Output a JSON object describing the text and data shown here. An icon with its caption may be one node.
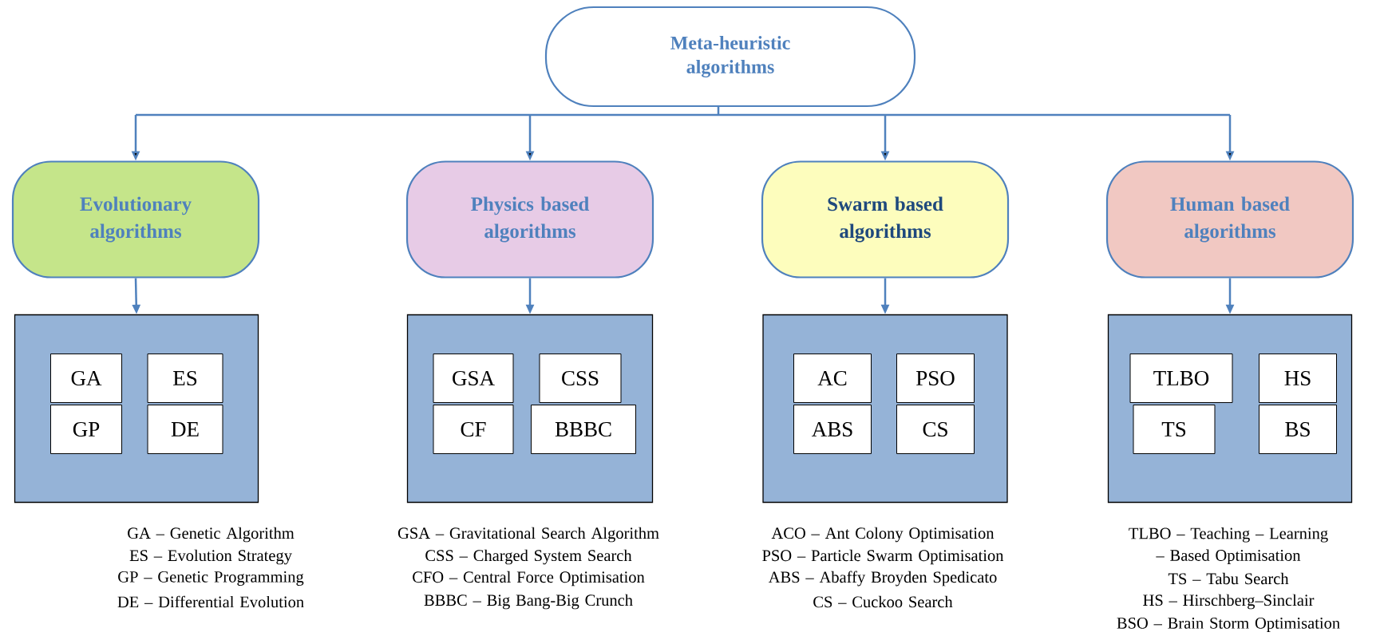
{
  "diagram": {
    "nodes": [
      {
        "text": [
          "Meta-heuristic algorithms"
        ]
      },
      {
        "text": [
          "Evolutionary algorithms"
        ]
      },
      {
        "text": [
          "Physics based algorithms"
        ]
      },
      {
        "text": [
          "Swarm based algorithms"
        ]
      },
      {
        "text": [
          "Human based algorithms"
        ]
      },
      {
        "text": [],
        "shape": "box"
      },
      {
        "text": [
          "GA"
        ],
        "in": 5
      },
      {
        "text": [
          "ES"
        ],
        "in": 5
      },
      {
        "text": [
          "GP"
        ],
        "in": 5
      },
      {
        "text": [
          "DE"
        ],
        "in": 5
      },
      {
        "text": [],
        "shape": "box"
      },
      {
        "text": [
          "GSA"
        ],
        "in": 10
      },
      {
        "text": [
          "CSS"
        ],
        "in": 10
      },
      {
        "text": [
          "CF"
        ],
        "in": 10
      },
      {
        "text": [
          "BBBC"
        ],
        "in": 10
      },
      {
        "text": [],
        "shape": "box"
      },
      {
        "text": [
          "AC"
        ],
        "in": 15
      },
      {
        "text": [
          "PSO"
        ],
        "in": 15
      },
      {
        "text": [
          "ABS"
        ],
        "in": 15
      },
      {
        "text": [
          "CS"
        ],
        "in": 15
      },
      {
        "text": [],
        "shape": "box"
      },
      {
        "text": [
          "TLBO"
        ],
        "in": 20
      },
      {
        "text": [
          "HS"
        ],
        "in": 20
      },
      {
        "text": [
          "TS"
        ],
        "in": 20
      },
      {
        "text": [
          "BS"
        ],
        "in": 20
      }
    ],
    "edges": [
      {
        "from": 0,
        "to": 1,
        "arrow": "to"
      },
      {
        "from": 0,
        "to": 2,
        "arrow": "to"
      },
      {
        "from": 0,
        "to": 3,
        "arrow": "to"
      },
      {
        "from": 0,
        "to": 4,
        "arrow": "to"
      },
      {
        "from": 1,
        "to": 5,
        "arrow": "to"
      },
      {
        "from": 2,
        "to": 10,
        "arrow": "to"
      },
      {
        "from": 3,
        "to": 15,
        "arrow": "to"
      },
      {
        "from": 4,
        "to": 20,
        "arrow": "to"
      }
    ],
    "labels": [
      "GA – Genetic Algorithm",
      "ES – Evolution Strategy",
      "GP – Genetic Programming",
      "DE – Differential Evolution",
      "GSA – Gravitational Search Algorithm",
      "CSS – Charged System Search",
      "CFO – Central Force Optimisation",
      "BBBC – Big Bang-Big Crunch",
      "ACO – Ant Colony Optimisation",
      "PSO – Particle Swarm Optimisation",
      "ABS – Abaffy Broyden Spedicato",
      "CS – Cuckoo Search",
      "TLBO – Teaching – Learning – Based Optimisation",
      "TS – Tabu Search",
      "HS – Hirschberg–Sinclair",
      "BSO – Brain Storm Optimisation"
    ]
  }
}
